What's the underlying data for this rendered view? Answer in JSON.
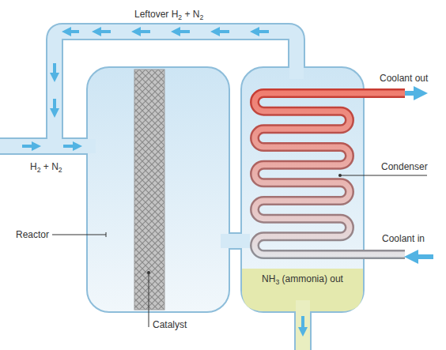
{
  "diagram": {
    "nodes": [
      {
        "text": [
          "NH3 (ammonia) out"
        ]
      }
    ],
    "labels": [
      "Leftover H2 + N2",
      "H2 + N2",
      "Reactor",
      "Catalyst",
      "Condenser",
      "Coolant out",
      "Coolant in"
    ]
  }
}
